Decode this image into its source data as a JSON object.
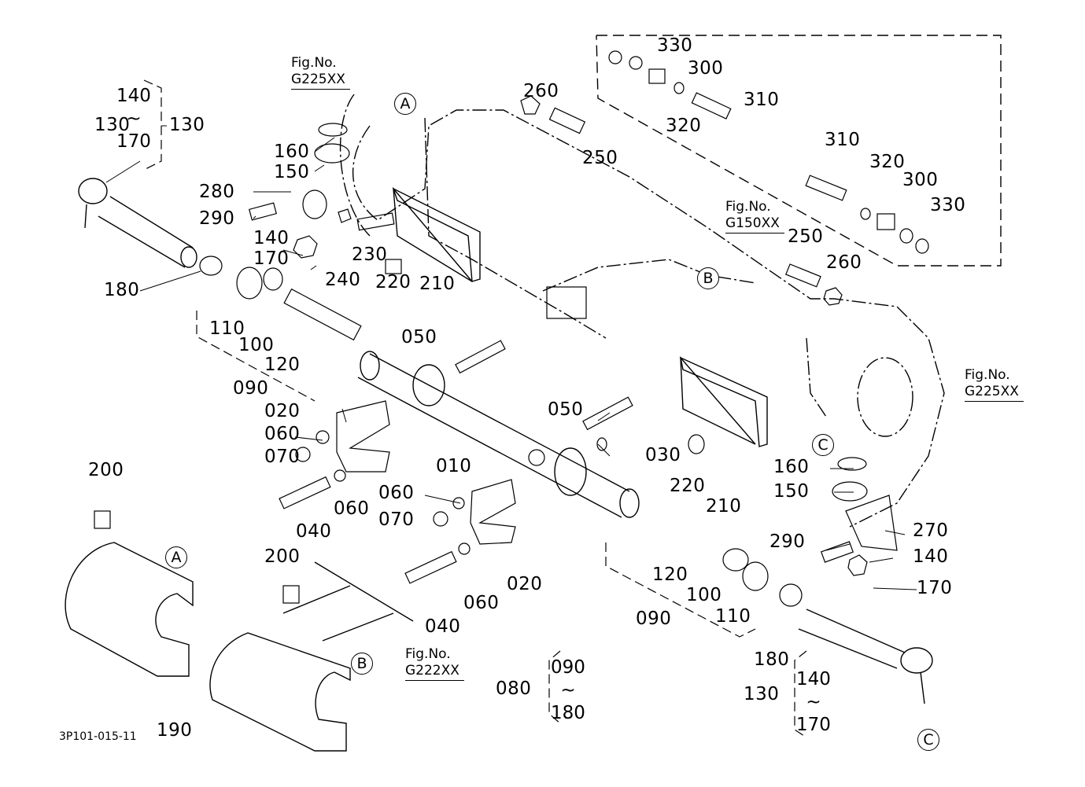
{
  "diagram": {
    "type": "exploded-parts-diagram",
    "drawing_code": "3P101-015-11",
    "part_labels": {
      "l010": "010",
      "l020a": "020",
      "l020b": "020",
      "l030": "030",
      "l040a": "040",
      "l040b": "040",
      "l050a": "050",
      "l050b": "050",
      "l060a": "060",
      "l060b": "060",
      "l060c": "060",
      "l060d": "060",
      "l070a": "070",
      "l070b": "070",
      "l080": "080",
      "l090a": "090",
      "l090b": "090",
      "l100a": "100",
      "l100b": "100",
      "l110a": "110",
      "l110b": "110",
      "l120a": "120",
      "l120b": "120",
      "l130a": "130",
      "l130b": "130",
      "l140a": "140",
      "l140b": "140",
      "l150a": "150",
      "l150b": "150",
      "l160a": "160",
      "l160b": "160",
      "l170a": "170",
      "l170b": "170",
      "l180a": "180",
      "l180b": "180",
      "l190": "190",
      "l200a": "200",
      "l200b": "200",
      "l210a": "210",
      "l210b": "210",
      "l220a": "220",
      "l220b": "220",
      "l230": "230",
      "l240": "240",
      "l250a": "250",
      "l250b": "250",
      "l260a": "260",
      "l260b": "260",
      "l270": "270",
      "l280": "280",
      "l290a": "290",
      "l290b": "290",
      "l300a": "300",
      "l300b": "300",
      "l310a": "310",
      "l310b": "310",
      "l320a": "320",
      "l320b": "320",
      "l330a": "330",
      "l330b": "330"
    },
    "ranges": [
      {
        "parent": "130",
        "from": "140",
        "to": "170",
        "tilde": "~"
      },
      {
        "parent": "080",
        "from": "090",
        "to": "180",
        "tilde": "~"
      },
      {
        "parent": "130",
        "from": "140",
        "to": "170",
        "tilde": "~"
      }
    ],
    "fig_refs": [
      {
        "prefix": "Fig.No.",
        "code": "G225XX"
      },
      {
        "prefix": "Fig.No.",
        "code": "G150XX"
      },
      {
        "prefix": "Fig.No.",
        "code": "G225XX"
      },
      {
        "prefix": "Fig.No.",
        "code": "G222XX"
      }
    ],
    "callouts": [
      "A",
      "A",
      "B",
      "B",
      "C",
      "C"
    ]
  }
}
